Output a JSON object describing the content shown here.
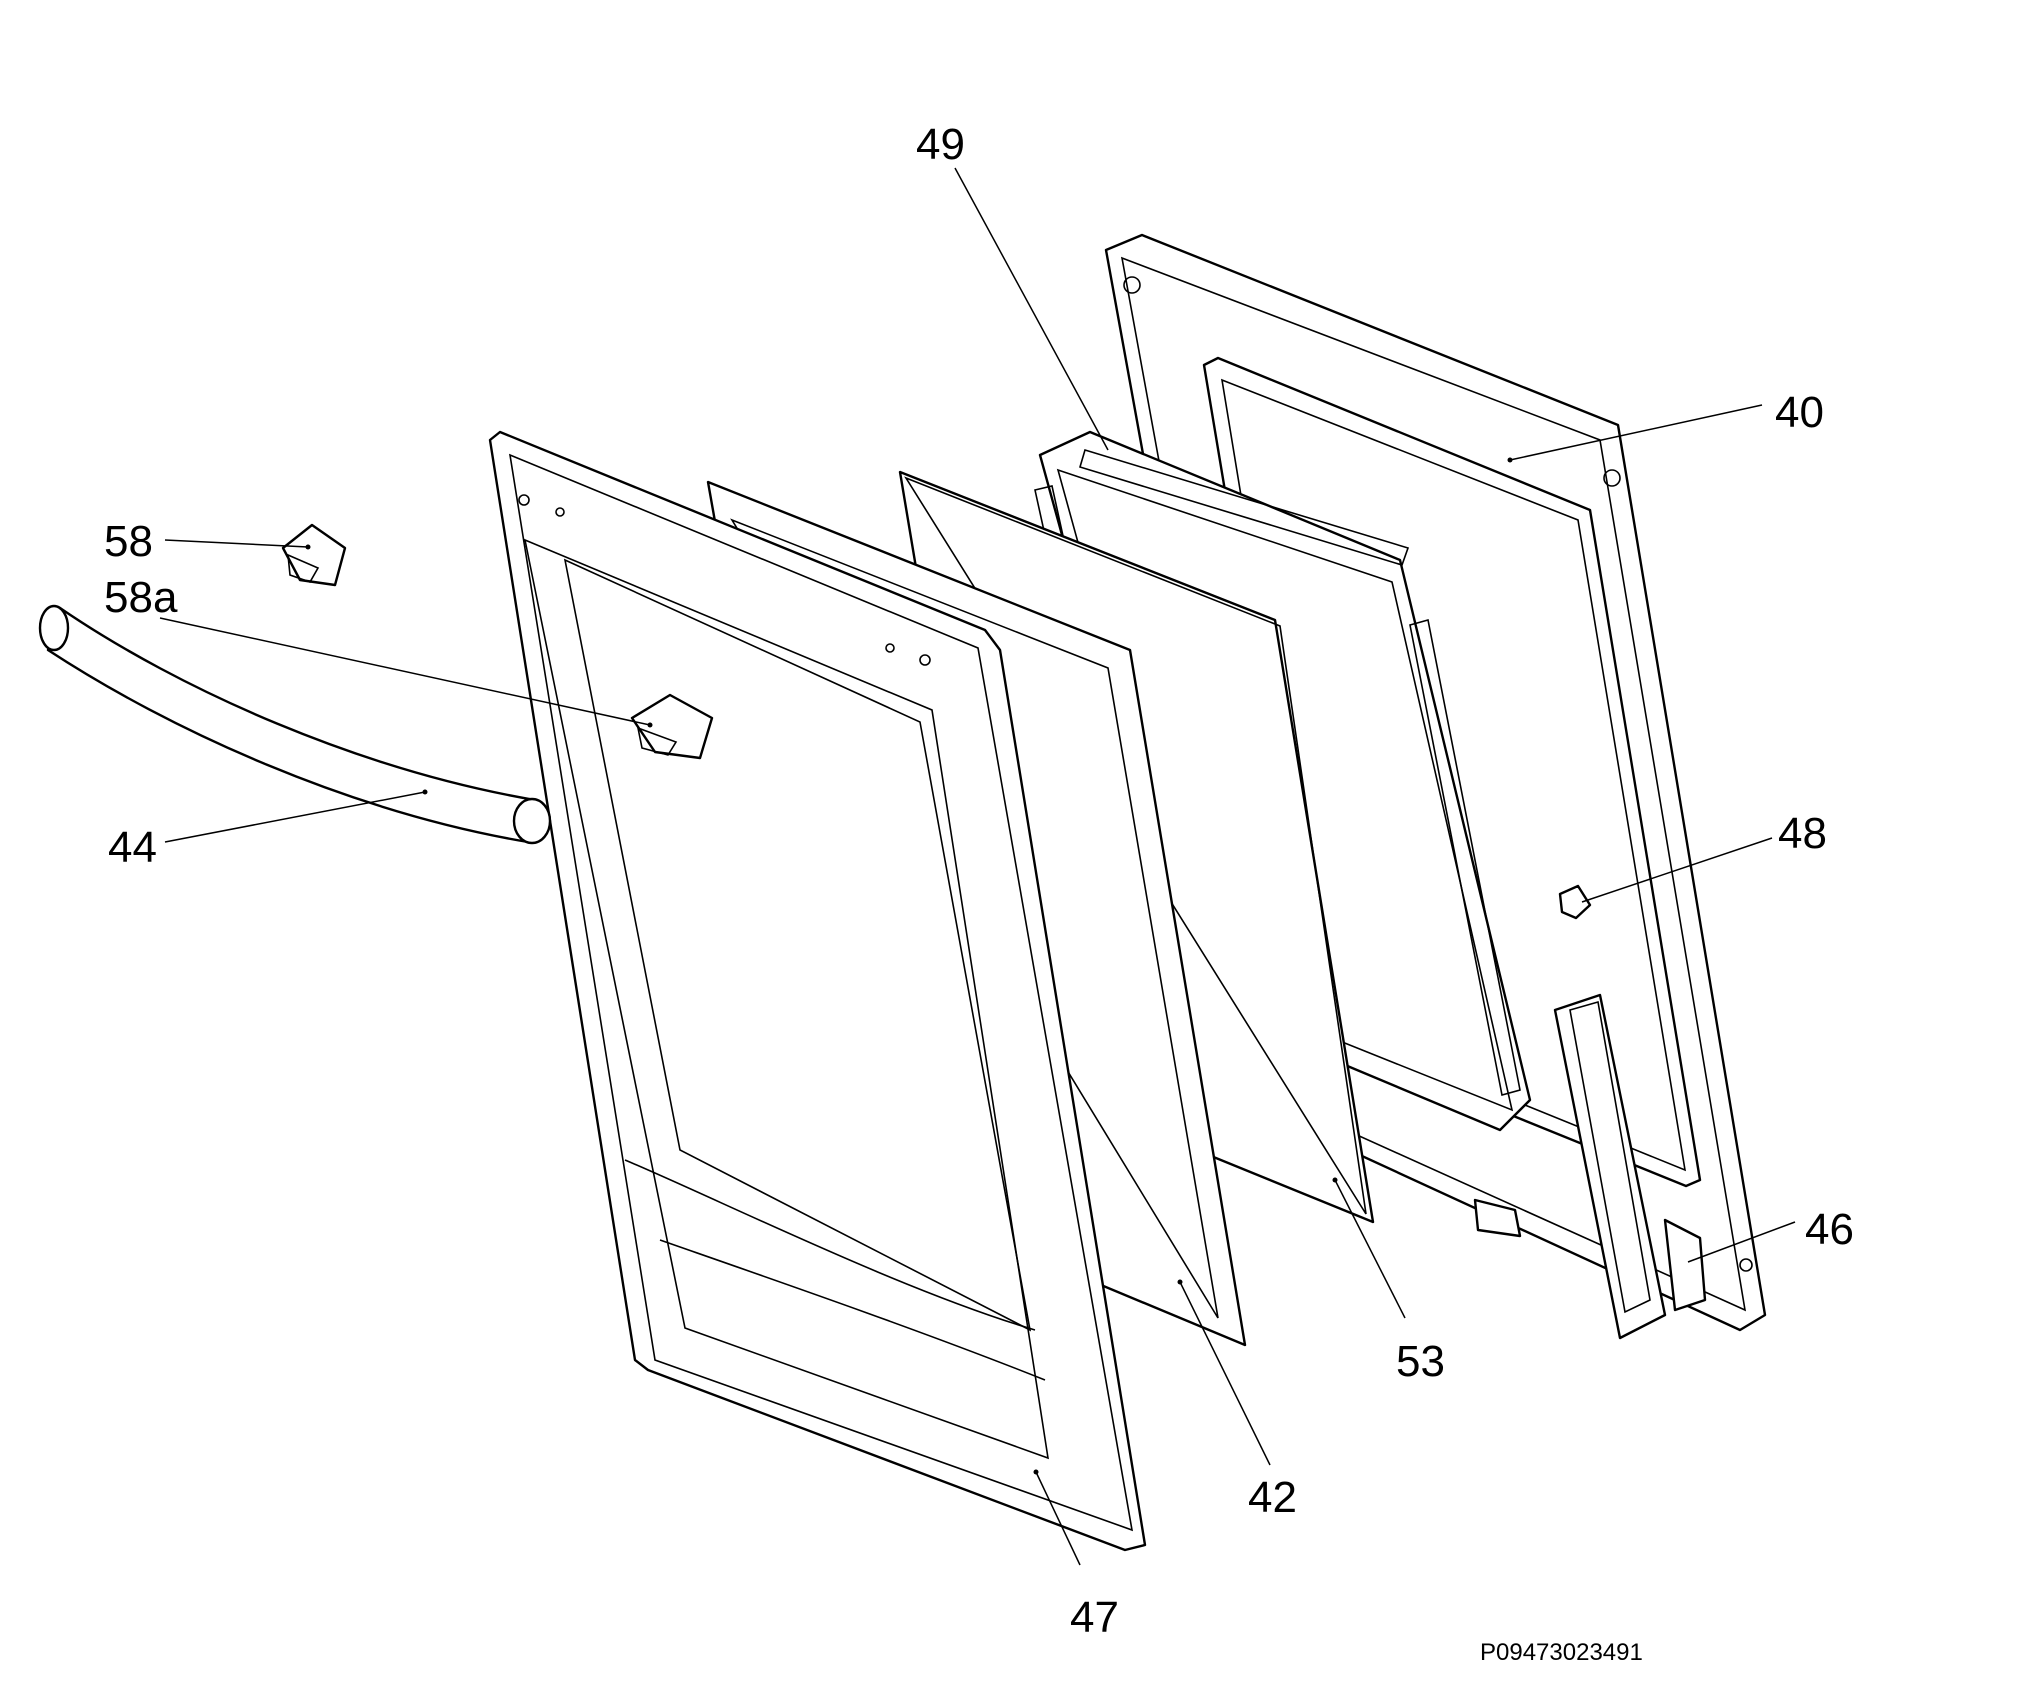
{
  "diagram": {
    "callouts": [
      {
        "id": "58",
        "text": "58"
      },
      {
        "id": "58a",
        "text": "58a"
      },
      {
        "id": "44",
        "text": "44"
      },
      {
        "id": "49",
        "text": "49"
      },
      {
        "id": "40",
        "text": "40"
      },
      {
        "id": "48",
        "text": "48"
      },
      {
        "id": "46",
        "text": "46"
      },
      {
        "id": "53",
        "text": "53"
      },
      {
        "id": "42",
        "text": "42"
      },
      {
        "id": "47",
        "text": "47"
      }
    ],
    "drawing_code": "P09473023491"
  }
}
